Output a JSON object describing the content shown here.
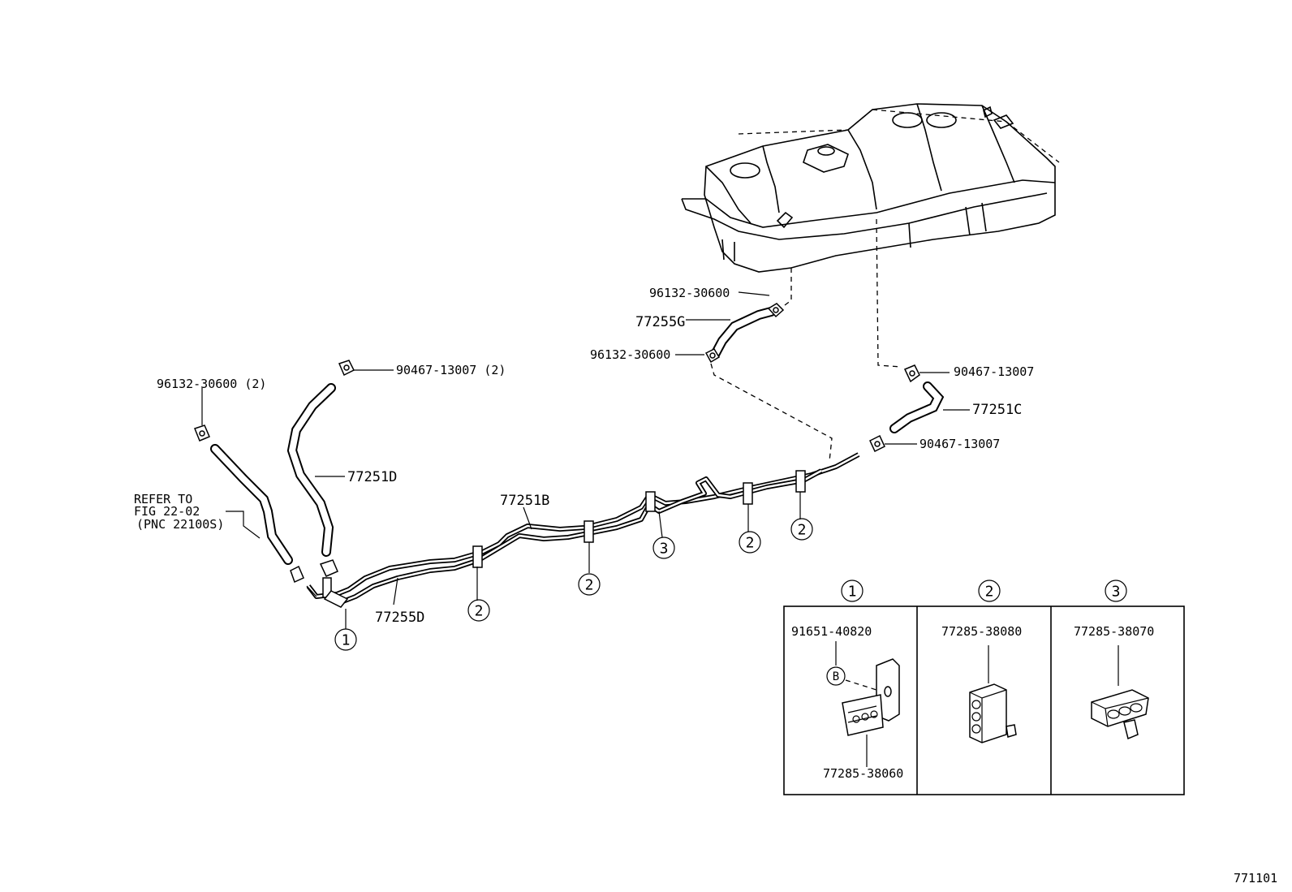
{
  "figure_id": "771101",
  "labels": {
    "clamp_tank_upper": "96132-30600",
    "hose_77255g": "77255G",
    "clamp_tank_lower": "96132-30600",
    "clip_right_upper": "90467-13007",
    "hose_77251c": "77251C",
    "clip_right_lower": "90467-13007",
    "clamp_left": "96132-30600 (2)",
    "clip_left": "90467-13007 (2)",
    "hose_77251d": "77251D",
    "tube_77251b": "77251B",
    "tube_77255d": "77255D",
    "refer_line1": "REFER TO",
    "refer_line2": "FIG 22-02",
    "refer_line3": "(PNC 22100S)"
  },
  "callouts": {
    "c1": "1",
    "c2": "2",
    "c3": "3",
    "bolt": "B"
  },
  "detail_box": {
    "col1_part": "91651-40820",
    "col1_part2": "77285-38060",
    "col2_part": "77285-38080",
    "col3_part": "77285-38070"
  }
}
